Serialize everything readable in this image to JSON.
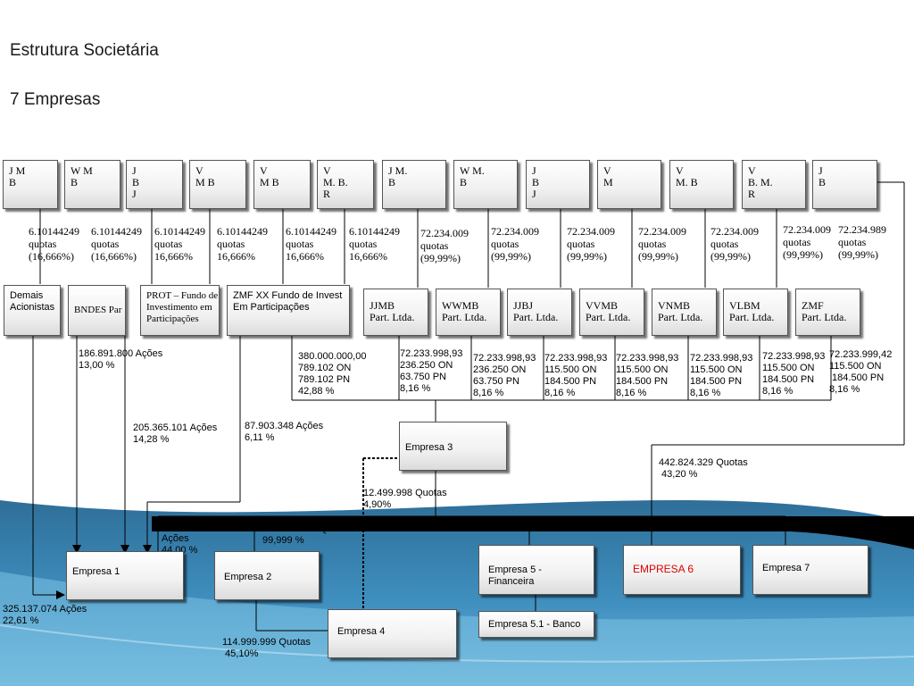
{
  "title": "Estrutura Societária",
  "subtitle": "7 Empresas",
  "row1": [
    "J M\nB",
    "W M\nB",
    "J\nB\nJ",
    "V\nM B",
    "V\nM B",
    "V\nM. B.\nR",
    "J M.\nB",
    "W M.\nB",
    "J\nB\nJ",
    "V\nM",
    "V\nM. B",
    "V\nB. M.\nR",
    "J\nB"
  ],
  "stakes1": [
    "6.10144249\nquotas\n(16,666%)",
    "6.10144249\nquotas\n(16,666%)",
    "6.10144249\nquotas\n16,666%",
    "6.10144249\nquotas\n16,666%",
    "6.10144249\nquotas\n16,666%",
    "6.10144249\nquotas\n16,666%",
    "72.234.009\nquotas\n(99,99%)",
    "72.234.009\nquotas\n(99,99%)",
    "72.234.009\nquotas\n(99,99%)",
    "72.234.009\nquotas\n(99,99%)",
    "72.234.009\nquotas\n(99,99%)",
    "72.234.009\nquotas\n(99,99%)",
    "72.234.989\nquotas\n(99,99%)"
  ],
  "row2": [
    "Demais\nAcionistas",
    "BNDES Par",
    "PROT – Fundo de\nInvestimento em\nParticipações",
    "ZMF XX Fundo de Invest\nEm Participações",
    "JJMB\nPart. Ltda.",
    "WWMB\nPart. Ltda.",
    "JJBJ\nPart. Ltda.",
    "VVMB\nPart. Ltda.",
    "VNMB\nPart. Ltda.",
    "VLBM\nPart. Ltda.",
    "ZMF\nPart. Ltda."
  ],
  "stakes2": [
    "186.891.800 Ações\n13,00 %",
    "205.365.101 Ações\n14,28 %",
    "87.903.348 Ações\n6,11 %",
    "380.000.000,00\n789.102 ON\n789.102 PN\n42,88 %",
    "72.233.998,93\n236.250 ON\n63.750 PN\n8,16 %",
    "72.233.998,93\n236.250 ON\n63.750 PN\n8,16 %",
    "72.233.998,93\n115.500 ON\n184.500 PN\n8,16 %",
    "72.233.998,93\n115.500 ON\n184.500 PN\n8,16 %",
    "72.233.998,93\n115.500 ON\n184.500 PN\n8,16 %",
    "72.233.998,93\n115.500 ON\n184.500 PN\n8,16 %",
    "72.233.999,42\n115.500 ON\n 184.500 PN\n8,16 %"
  ],
  "stakes3": {
    "empresa6": "442.824.329 Quotas\n 43,20 %",
    "empresa4": "12.499.998 Quotas\n4,90%",
    "empresa1": "632.781.603\nAções\n44,00 %",
    "empresa2": "127.573.529 Quotas\n99,999 %",
    "demais": "325.137.074 Ações\n22,61 %",
    "empresa2_4": "114.999.999 Quotas\n 45,10%"
  },
  "companies": {
    "e1": "Empresa 1",
    "e2": "Empresa 2",
    "e3": "Empresa 3",
    "e4": "Empresa 4",
    "e5": "Empresa 5 - Financeira",
    "e51": "Empresa 5.1 -  Banco",
    "e6": "EMPRESA 6",
    "e7": "Empresa 7"
  },
  "colors": {
    "empresa6_text": "#e00000",
    "wave": "#3f8fbf"
  }
}
